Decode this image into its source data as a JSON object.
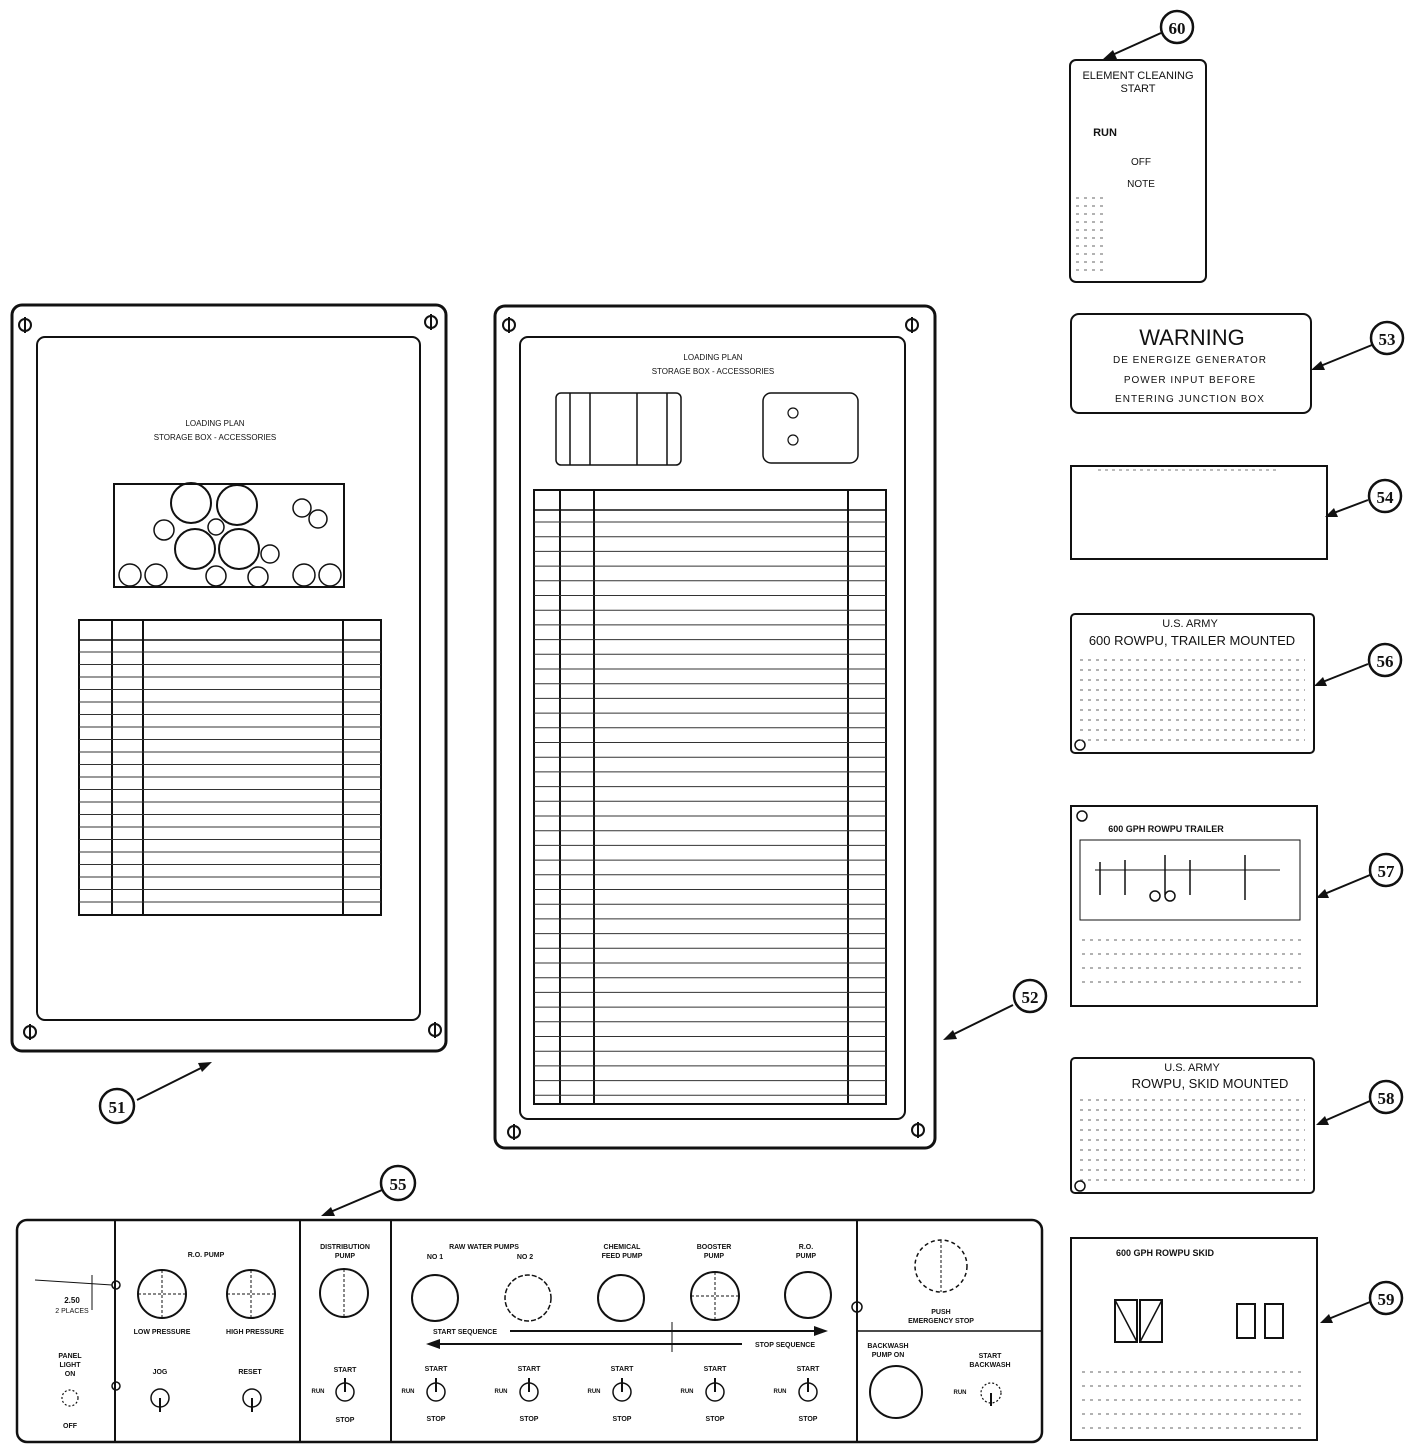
{
  "callouts": {
    "c51": "51",
    "c52": "52",
    "c53": "53",
    "c54": "54",
    "c55": "55",
    "c56": "56",
    "c57": "57",
    "c58": "58",
    "c59": "59",
    "c60": "60"
  },
  "plate51": {
    "title_line1": "LOADING PLAN",
    "title_line2": "STORAGE BOX - ACCESSORIES"
  },
  "plate52": {
    "title_line1": "LOADING PLAN",
    "title_line2": "STORAGE BOX - ACCESSORIES"
  },
  "plate53": {
    "heading": "WARNING",
    "line1": "DE ENERGIZE GENERATOR",
    "line2": "POWER INPUT BEFORE",
    "line3": "ENTERING JUNCTION BOX"
  },
  "plate56": {
    "line1": "U.S. ARMY",
    "line2": "600 ROWPU, TRAILER MOUNTED"
  },
  "plate57": {
    "title": "600 GPH ROWPU TRAILER"
  },
  "plate58": {
    "line1": "U.S. ARMY",
    "line2": "ROWPU, SKID MOUNTED"
  },
  "plate59": {
    "title": "600 GPH ROWPU SKID"
  },
  "plate60": {
    "line1": "ELEMENT CLEANING",
    "line2": "START",
    "run": "RUN",
    "off": "OFF",
    "note": "NOTE"
  },
  "panel55": {
    "dim_2_50": "2.50",
    "places": "2 PLACES",
    "panel_light": "PANEL",
    "light": "LIGHT",
    "on": "ON",
    "off": "OFF",
    "ro_pump": "R.O. PUMP",
    "low_pressure": "LOW PRESSURE",
    "high_pressure": "HIGH PRESSURE",
    "jog": "JOG",
    "reset": "RESET",
    "distribution_pump_1": "DISTRIBUTION",
    "distribution_pump_2": "PUMP",
    "raw_water_pumps": "RAW WATER PUMPS",
    "no1": "NO 1",
    "no2": "NO 2",
    "chemical_feed_1": "CHEMICAL",
    "chemical_feed_2": "FEED PUMP",
    "booster_1": "BOOSTER",
    "booster_2": "PUMP",
    "ro_pump2_1": "R.O.",
    "ro_pump2_2": "PUMP",
    "start_sequence": "START SEQUENCE",
    "stop_sequence": "STOP SEQUENCE",
    "start": "START",
    "stop": "STOP",
    "run": "RUN",
    "push": "PUSH",
    "emergency_stop": "EMERGENCY STOP",
    "backwash_pump_on_1": "BACKWASH",
    "backwash_pump_on_2": "PUMP ON",
    "start_backwash_1": "START",
    "start_backwash_2": "BACKWASH"
  }
}
